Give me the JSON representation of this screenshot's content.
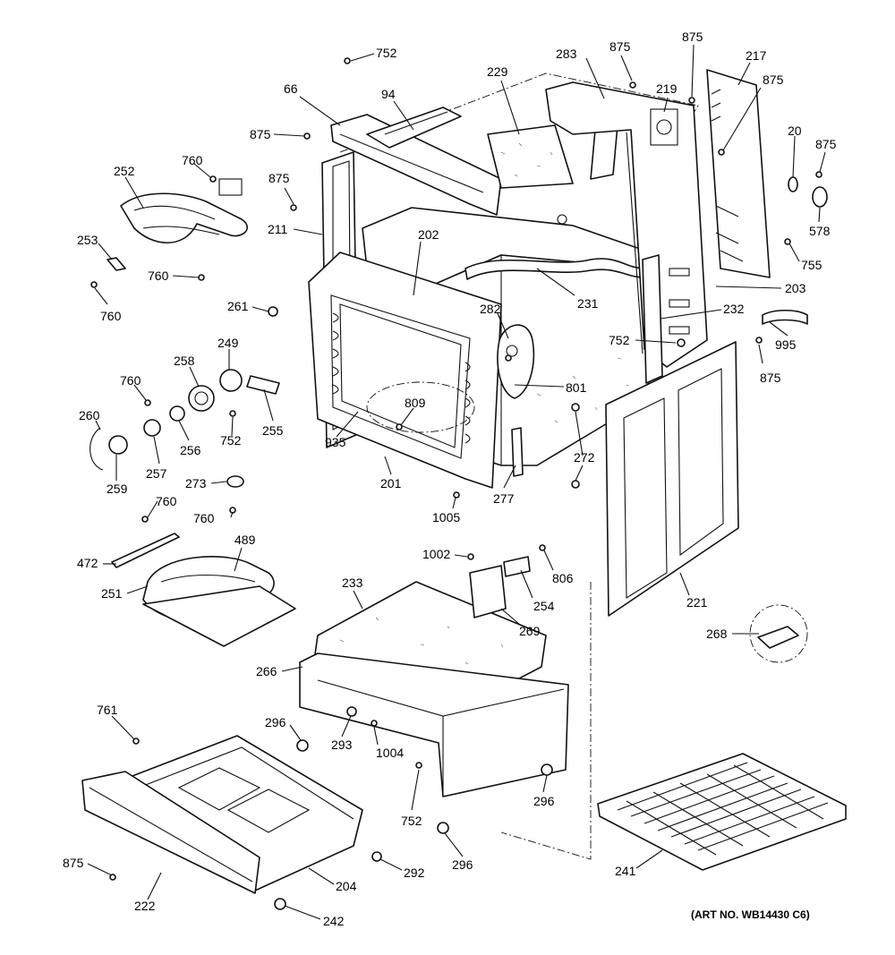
{
  "art_number": "(ART NO. WB14430 C6)",
  "labels": {
    "p752_top": "752",
    "p66": "66",
    "p94": "94",
    "p875_a": "875",
    "p875_b": "875",
    "p211": "211",
    "p252": "252",
    "p760_a": "760",
    "p253": "253",
    "p760_b": "760",
    "p760_c": "760",
    "p229": "229",
    "p283": "283",
    "p875_c": "875",
    "p219": "219",
    "p875_d": "875",
    "p217": "217",
    "p875_e": "875",
    "p20": "20",
    "p875_f": "875",
    "p578": "578",
    "p755": "755",
    "p202": "202",
    "p203": "203",
    "p231": "231",
    "p232": "232",
    "p995": "995",
    "p261": "261",
    "p249": "249",
    "p258": "258",
    "p282": "282",
    "p752_b": "752",
    "p875_g": "875",
    "p801": "801",
    "p760_d": "760",
    "p809": "809",
    "p260": "260",
    "p256": "256",
    "p752_c": "752",
    "p255": "255",
    "p935": "935",
    "p272": "272",
    "p257": "257",
    "p259": "259",
    "p201": "201",
    "p277": "277",
    "p273": "273",
    "p1005": "1005",
    "p760_e": "760",
    "p760_f": "760",
    "p489": "489",
    "p472": "472",
    "p1002": "1002",
    "p806": "806",
    "p233": "233",
    "p251": "251",
    "p254": "254",
    "p221": "221",
    "p269": "269",
    "p268": "268",
    "p266": "266",
    "p761": "761",
    "p296_a": "296",
    "p293": "293",
    "p1004": "1004",
    "p296_b": "296",
    "p752_d": "752",
    "p296_c": "296",
    "p875_h": "875",
    "p292": "292",
    "p241": "241",
    "p222": "222",
    "p204": "204",
    "p242": "242"
  }
}
